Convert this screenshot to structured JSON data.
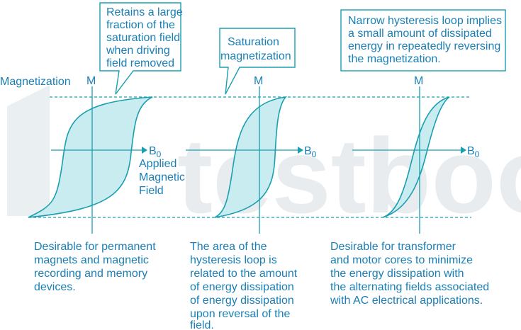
{
  "watermark": "testbook",
  "y_axis_label": "M",
  "x_axis_label_base": "B",
  "x_axis_label_sub": "0",
  "magnetization_label": "Magnetization",
  "applied_field_label": [
    "Applied",
    "Magnetic",
    "Field"
  ],
  "callouts": {
    "remanence": [
      "Retains a large",
      "fraction of the",
      "saturation field",
      "when driving",
      "field removed"
    ],
    "saturation": [
      "Saturation",
      "magnetization"
    ],
    "narrow": [
      "Narrow hysteresis loop implies",
      "a small amount of dissipated",
      "energy in repeatedly reversing",
      "the magnetization."
    ]
  },
  "captions": {
    "hard": [
      "Desirable for permanent",
      "magnets and magnetic",
      "recording and memory",
      "devices."
    ],
    "medium": [
      "The area of the",
      "hysteresis loop is",
      "related to the amount",
      "of energy dissipation",
      "of energy dissipation",
      "upon reversal of the",
      "field."
    ],
    "soft": [
      "Desirable for transformer",
      "and motor cores to minimize",
      "the energy dissipation with",
      "the alternating fields associated",
      "with AC electrical applications."
    ]
  },
  "colors": {
    "line": "#1a9fb0",
    "fill": "#c8ecef",
    "text": "#1a7fb5",
    "watermark": "#e6ebee"
  }
}
